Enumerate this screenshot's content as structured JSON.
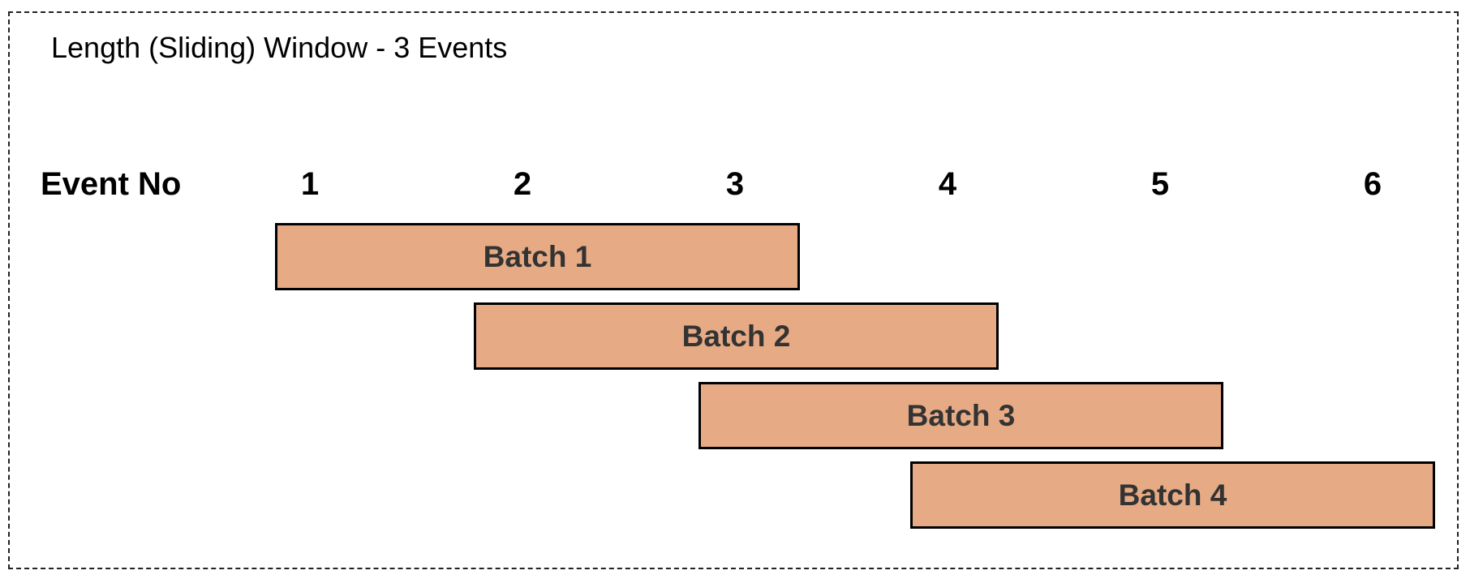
{
  "diagram": {
    "title": "Length (Sliding) Window - 3 Events",
    "event_axis_label": "Event No",
    "events": [
      "1",
      "2",
      "3",
      "4",
      "5",
      "6"
    ],
    "batches": [
      {
        "label": "Batch 1",
        "fill": "#E6AA85"
      },
      {
        "label": "Batch 2",
        "fill": "#E6AA85"
      },
      {
        "label": "Batch 3",
        "fill": "#E6AA85"
      },
      {
        "label": "Batch 4",
        "fill": "#E6AA85"
      }
    ]
  }
}
